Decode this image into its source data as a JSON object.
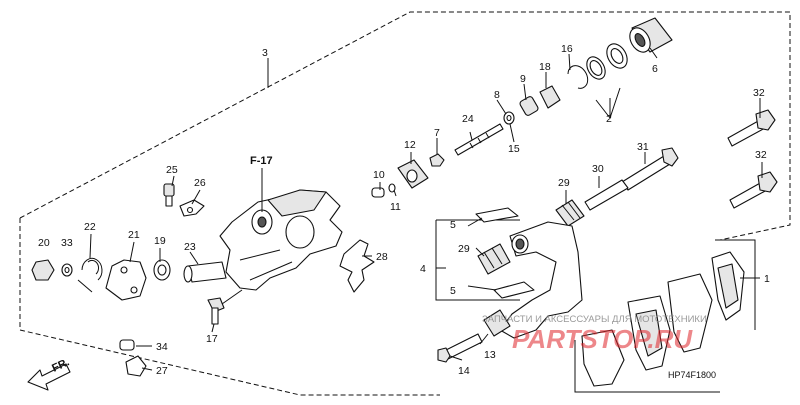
{
  "diagram": {
    "code": "HP74F1800",
    "direction_label": "FR.",
    "ref_label": "F-17",
    "watermark": {
      "text": "PARTSTOP.RU",
      "subtitle": "ЗАПЧАСТИ И АКСЕССУАРЫ ДЛЯ МОТОТЕХНИКИ"
    },
    "callouts": {
      "c1": "1",
      "c2": "2",
      "c3": "3",
      "c4": "4",
      "c5a": "5",
      "c5b": "5",
      "c6": "6",
      "c7": "7",
      "c8": "8",
      "c9": "9",
      "c10": "10",
      "c11": "11",
      "c12": "12",
      "c13": "13",
      "c14": "14",
      "c15": "15",
      "c16": "16",
      "c17": "17",
      "c18": "18",
      "c19": "19",
      "c20": "20",
      "c21": "21",
      "c22": "22",
      "c23": "23",
      "c24": "24",
      "c25": "25",
      "c26": "26",
      "c27": "27",
      "c28": "28",
      "c29a": "29",
      "c29b": "29",
      "c30": "30",
      "c31": "31",
      "c32a": "32",
      "c32b": "32",
      "c33": "33",
      "c34": "34"
    }
  }
}
